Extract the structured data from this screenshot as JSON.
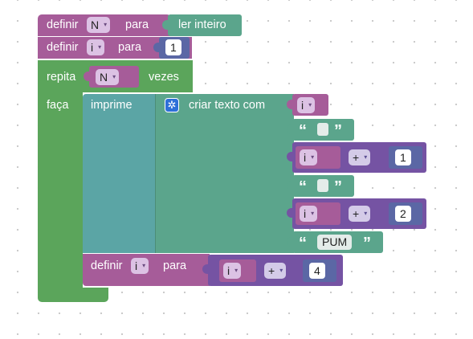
{
  "colors": {
    "variables": "#a65c99",
    "variables_dark": "#8a4d80",
    "math": "#5b67a5",
    "math_block": "#7553a3",
    "loops": "#5ba55b",
    "text": "#5ba58c",
    "input": "#5ba58c"
  },
  "block_set_n": {
    "keyword": "definir",
    "variable": "N",
    "to": "para",
    "value_label": "ler inteiro"
  },
  "block_set_i": {
    "keyword": "definir",
    "variable": "i",
    "to": "para",
    "value": "1"
  },
  "repeat_block": {
    "keyword": "repita",
    "variable": "N",
    "times": "vezes",
    "do": "faça"
  },
  "print_block": {
    "keyword": "imprime"
  },
  "join_block": {
    "gear_icon": "gear-icon",
    "label": "criar texto com",
    "items": {
      "i0_var": "i",
      "q_open": "“",
      "q_close": "”",
      "row2_var": "i",
      "row2_op": "+",
      "row2_num": "1",
      "row4_var": "i",
      "row4_op": "+",
      "row4_num": "2",
      "row5_text": "PUM"
    }
  },
  "block_set_i_end": {
    "keyword": "definir",
    "variable": "i",
    "to": "para",
    "op_var": "i",
    "op": "+",
    "op_num": "4"
  },
  "dropdown_icon": "▾"
}
